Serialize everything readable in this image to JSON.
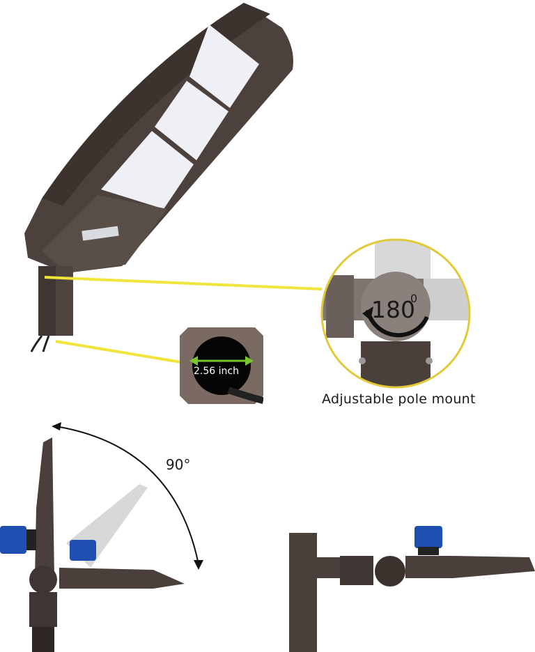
{
  "product_image": {
    "subject": "LED shoebox street/parking lot light with adjustable slip fitter pole mount",
    "colors": {
      "housing": "#4a3f3a",
      "led_panel": "#f4f5f8",
      "callout_line": "#f0e53a",
      "photocell": "#1f4fb0",
      "arrow_green": "#7ac431"
    }
  },
  "callouts": {
    "pole_diameter": {
      "label": "2.56 inch",
      "icon": "double-arrow-icon"
    },
    "rotation": {
      "value": "180",
      "unit": "0",
      "caption": "Adjustable pole mount",
      "icon": "rotate-arrow-icon"
    },
    "tilt": {
      "label": "90°",
      "icon": "arc-arrow-icon"
    }
  }
}
